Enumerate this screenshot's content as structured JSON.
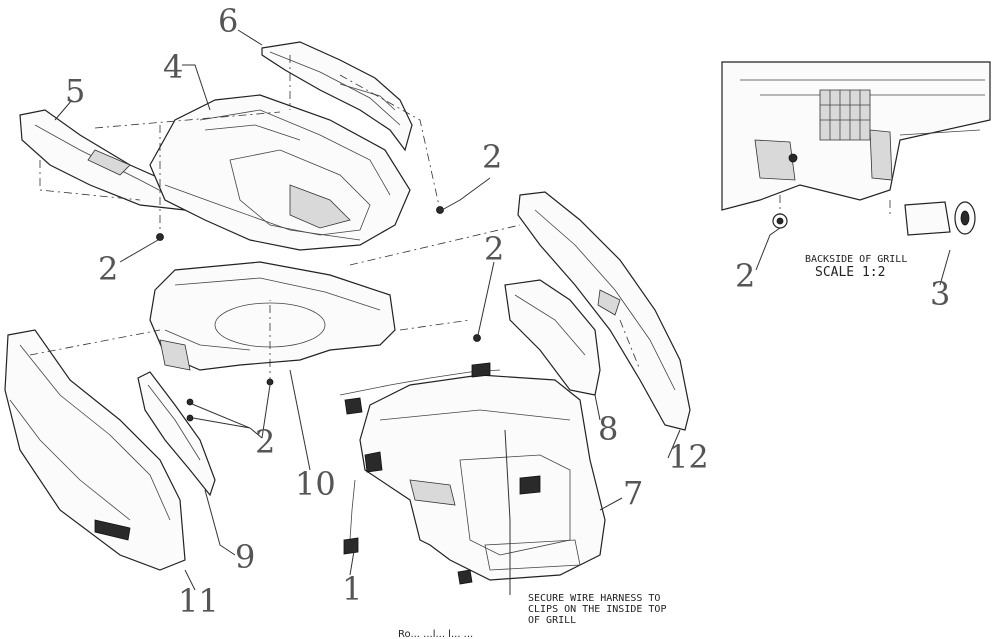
{
  "callouts": {
    "c1": "1",
    "c2a": "2",
    "c2b": "2",
    "c2c": "2",
    "c2d": "2",
    "c2e": "2",
    "c3": "3",
    "c4": "4",
    "c5": "5",
    "c6": "6",
    "c7": "7",
    "c8": "8",
    "c9": "9",
    "c10": "10",
    "c11": "11",
    "c12": "12"
  },
  "notes": {
    "wire_line1": "SECURE WIRE HARNESS TO",
    "wire_line2": "CLIPS ON THE INSIDE TOP",
    "wire_line3": "OF GRILL",
    "detail_line1": "BACKSIDE OF GRILL",
    "detail_line2": "SCALE 1:2"
  },
  "footer": {
    "text": "Ro... ...l... l... ..."
  }
}
